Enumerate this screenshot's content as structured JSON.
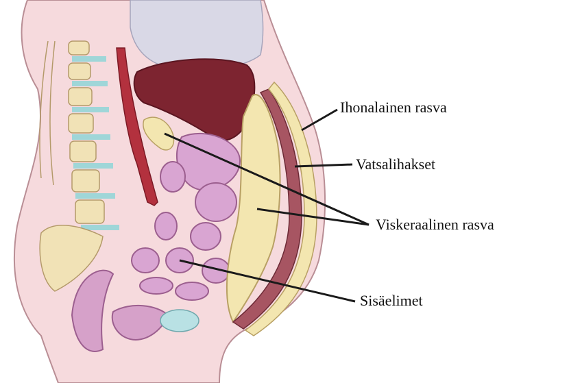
{
  "labels": {
    "subcutaneous_fat": "Ihonalainen rasva",
    "abdominal_muscles": "Vatsalihakset",
    "visceral_fat": "Viskeraalinen rasva",
    "internal_organs": "Sisäelimet"
  },
  "colors": {
    "skin": "#f6dadd",
    "skin_outline": "#b98e95",
    "chest_cavity": "#d9d8e6",
    "liver": "#7d2430",
    "spine_bone": "#f1e2b6",
    "spine_disc": "#9fd6d8",
    "aorta": "#b3313e",
    "intestine": "#d9a5d2",
    "intestine_outline": "#9c5f8f",
    "fat": "#f3e6b0",
    "muscle": "#a75562",
    "bladder": "#d6a1c9",
    "pubic_bone": "#b9e1e4",
    "leader_line": "#1a1a1a"
  }
}
